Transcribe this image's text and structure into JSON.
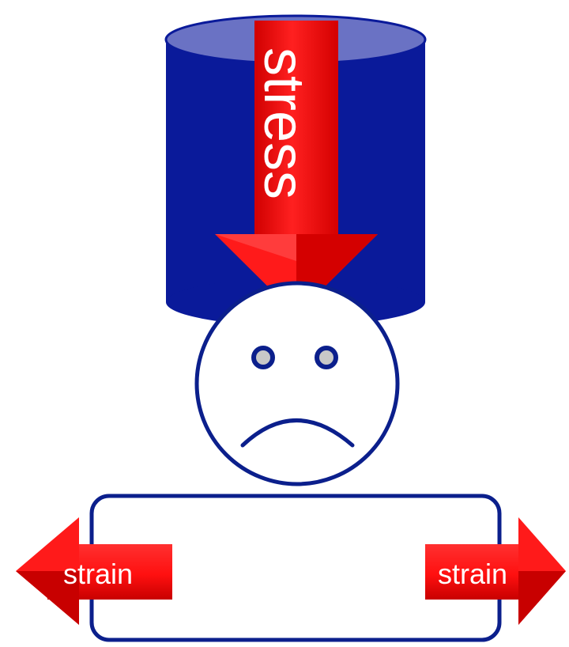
{
  "diagram": {
    "stress_label": "stress",
    "strain_left_label": "strain",
    "strain_right_label": "strain"
  },
  "colors": {
    "cylinder_body": "#0a1a9a",
    "cylinder_top": "#6a72c4",
    "arrow_red": "#ff1a1a",
    "arrow_dark": "#c00000",
    "outline_navy": "#0b1f8c",
    "eye_fill": "#c8c8c8",
    "label_white": "#ffffff"
  }
}
